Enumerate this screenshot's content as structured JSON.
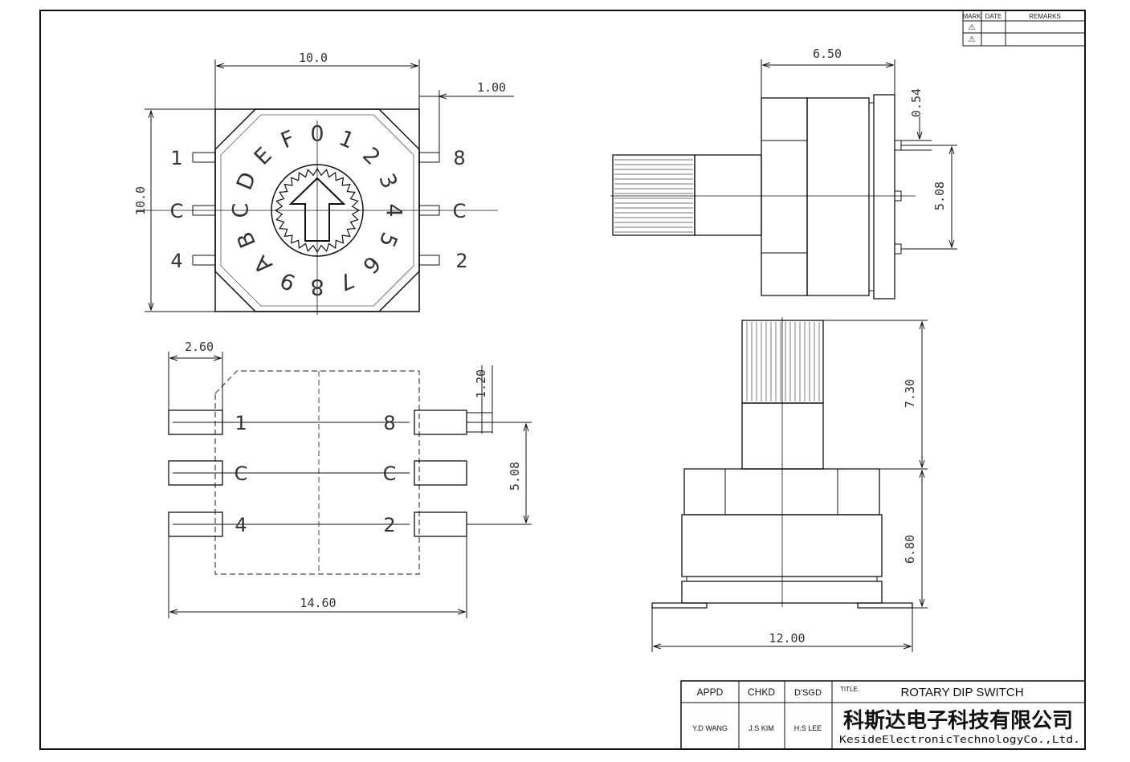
{
  "revision_table": {
    "headers": [
      "MARK",
      "DATE",
      "REMARKS"
    ],
    "rows": [
      {
        "mark": "⚠",
        "date": "",
        "remarks": ""
      },
      {
        "mark": "⚠",
        "date": "",
        "remarks": ""
      }
    ]
  },
  "top_view": {
    "width_dim": "10.0",
    "height_dim": "10.0",
    "pin_offset_dim": "1.00",
    "left_pins": [
      "1",
      "C",
      "4"
    ],
    "right_pins": [
      "8",
      "C",
      "2"
    ],
    "dial_labels": [
      "0",
      "1",
      "2",
      "3",
      "4",
      "5",
      "6",
      "7",
      "8",
      "9",
      "A",
      "B",
      "C",
      "D",
      "E",
      "F"
    ]
  },
  "bottom_view": {
    "pad_width_dim": "2.60",
    "pad_height_dim": "1.20",
    "pitch_dim": "5.08",
    "total_width_dim": "14.60",
    "left_pins": [
      "1",
      "C",
      "4"
    ],
    "right_pins": [
      "8",
      "C",
      "2"
    ]
  },
  "side_view": {
    "body_width_dim": "6.50",
    "pin_thickness_dim": "0.54",
    "pitch_dim": "5.08"
  },
  "front_view": {
    "shaft_height_dim": "7.30",
    "body_height_dim": "6.80",
    "base_width_dim": "12.00"
  },
  "title_block": {
    "appd_label": "APPD",
    "chkd_label": "CHKD",
    "dsgd_label": "D'SGD",
    "title_label": "TITLE.",
    "title": "ROTARY DIP SWITCH",
    "appd_name": "Y.D WANG",
    "chkd_name": "J.S KIM",
    "dsgd_name": "H.S LEE",
    "company_cn": "科斯达电子科技有限公司",
    "company_en": "KesideElectronicTechnologyCo.,Ltd."
  }
}
